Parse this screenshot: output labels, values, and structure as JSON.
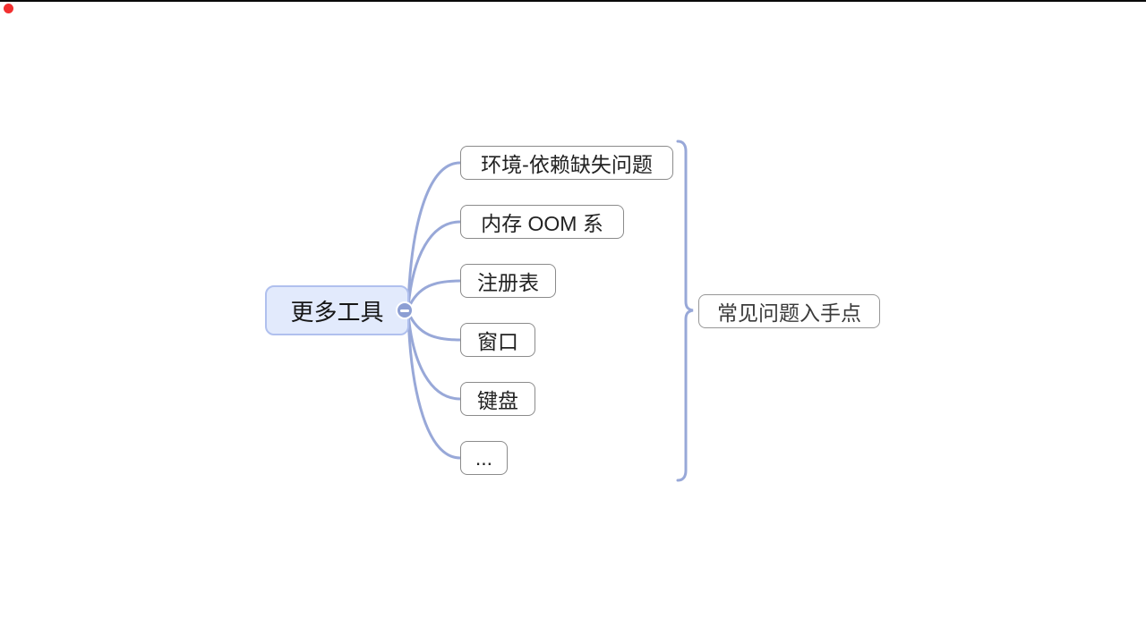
{
  "app": {
    "type": "mindmap-canvas",
    "background_color": "#ffffff",
    "top_edge_color": "#0a0a0a"
  },
  "click_marker": {
    "color": "#f23030"
  },
  "mindmap": {
    "root": {
      "label": "更多工具",
      "fill_color": "#e2eafc",
      "border_color": "#b0c0ee",
      "text_color": "#161616"
    },
    "collapse_button": {
      "state": "expanded",
      "symbol": "minus",
      "color": "#8c9ed3"
    },
    "branch_color": "#98a8d8",
    "child_border_color": "#8b8b8b",
    "children": [
      {
        "label": "环境-依赖缺失问题"
      },
      {
        "label": "内存 OOM 系"
      },
      {
        "label": "注册表"
      },
      {
        "label": "窗口"
      },
      {
        "label": "键盘"
      },
      {
        "label": "..."
      }
    ],
    "summary": {
      "label": "常见问题入手点",
      "brace_color": "#98a8d8",
      "border_color": "#979797",
      "text_color": "#3a3a3a"
    }
  }
}
